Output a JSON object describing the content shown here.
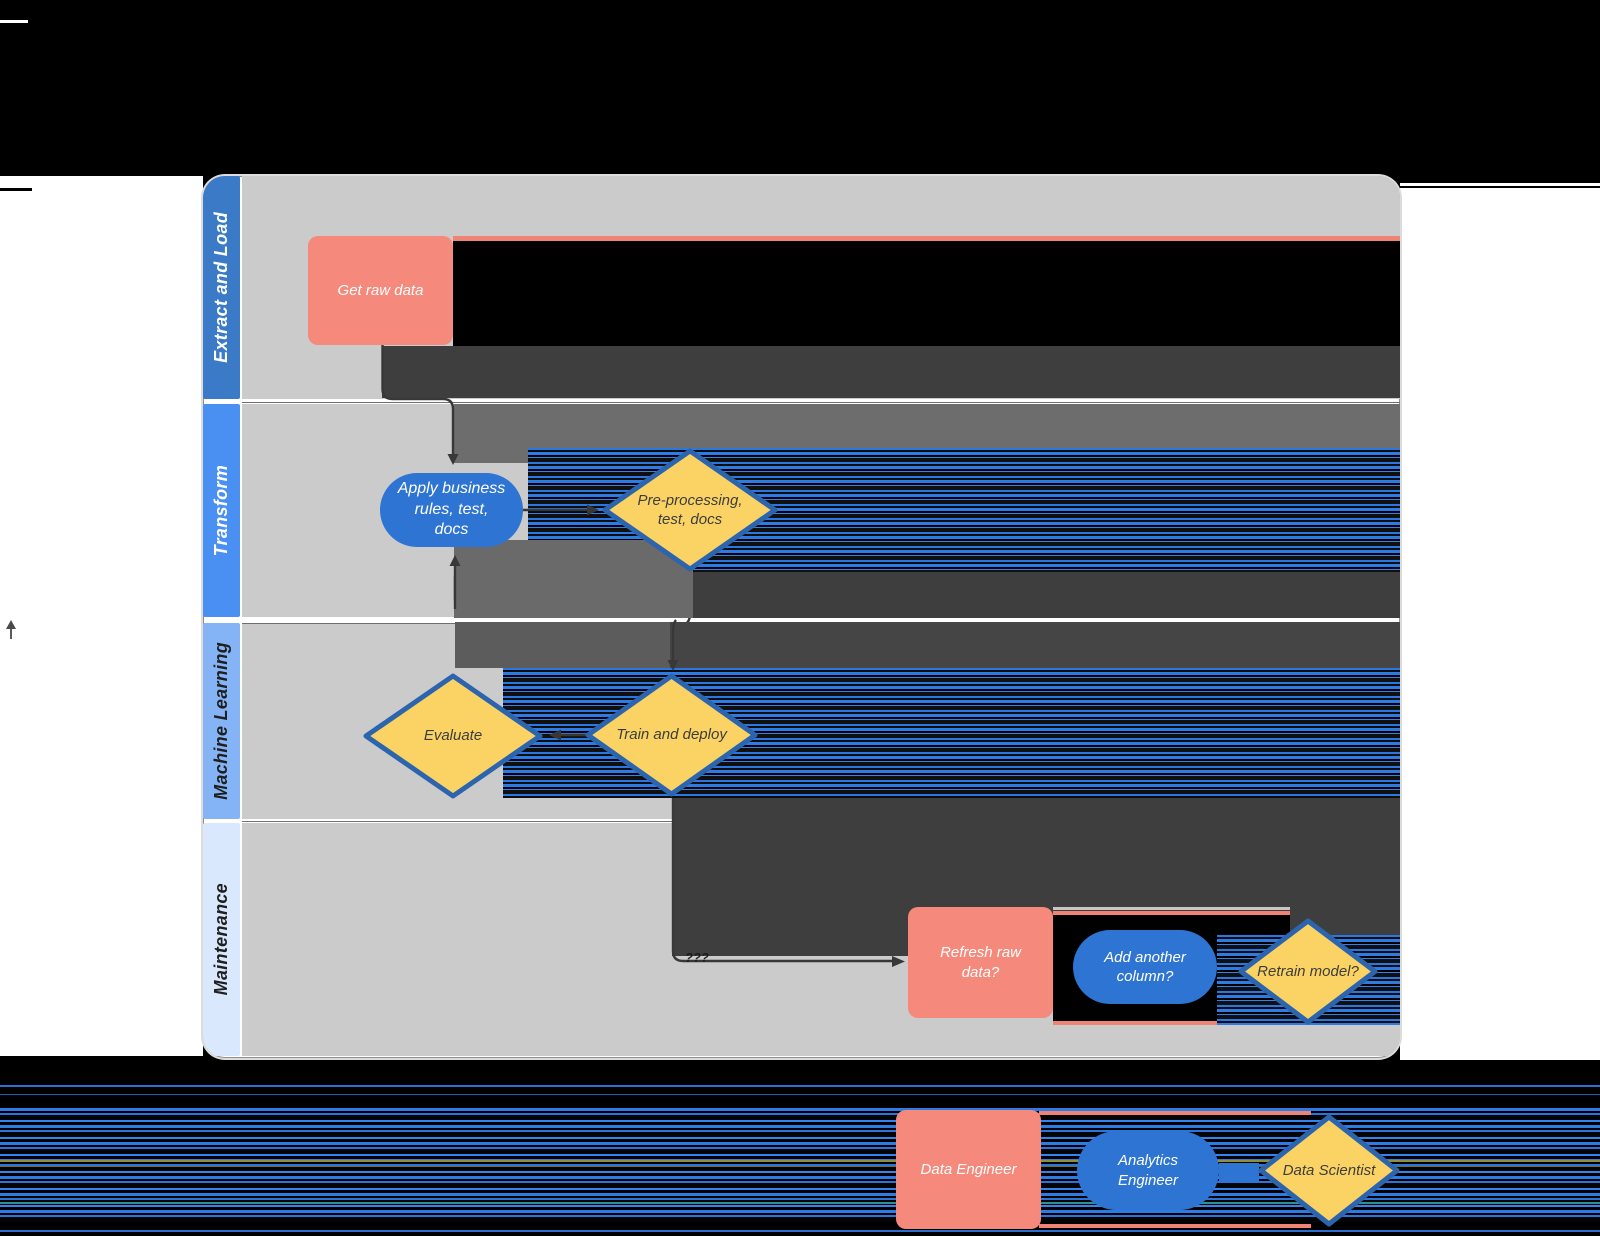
{
  "diagram": {
    "lanes": [
      {
        "label": "Extract and Load",
        "color": "#3a7ac6",
        "text_color": "#ffffff"
      },
      {
        "label": "Transform",
        "color": "#4a8ff2",
        "text_color": "#ffffff"
      },
      {
        "label": "Machine Learning",
        "color": "#85b4f6",
        "text_color": "#1f1f1f"
      },
      {
        "label": "Maintenance",
        "color": "#d9e8fc",
        "text_color": "#1f1f1f"
      }
    ],
    "nodes": {
      "get_raw_data": {
        "label": "Get raw data",
        "shape": "rectangle",
        "lane": "Extract and Load"
      },
      "apply_rules": {
        "label": "Apply business\nrules, test,\ndocs",
        "shape": "stadium",
        "lane": "Transform"
      },
      "preprocessing": {
        "label": "Pre-processing,\ntest, docs",
        "shape": "diamond",
        "lane": "Transform"
      },
      "evaluate": {
        "label": "Evaluate",
        "shape": "diamond",
        "lane": "Machine Learning"
      },
      "train_deploy": {
        "label": "Train and deploy",
        "shape": "diamond",
        "lane": "Machine Learning"
      },
      "refresh_raw": {
        "label": "Refresh raw\ndata?",
        "shape": "rectangle",
        "lane": "Maintenance"
      },
      "add_column": {
        "label": "Add another\ncolumn?",
        "shape": "stadium",
        "lane": "Maintenance"
      },
      "retrain": {
        "label": "Retrain model?",
        "shape": "diamond",
        "lane": "Maintenance"
      }
    },
    "edges": {
      "train_to_refresh_label": "???"
    }
  },
  "legend": {
    "items": [
      {
        "label": "Data Engineer",
        "shape": "rectangle",
        "color": "#f4897c"
      },
      {
        "label": "Analytics\nEngineer",
        "shape": "stadium",
        "color": "#2e74d2"
      },
      {
        "label": "Data Scientist",
        "shape": "diamond",
        "color": "#fbd364"
      }
    ]
  },
  "colors": {
    "canvas": "#000000",
    "lane_body": "#cbcbcb",
    "salmon": "#f4897c",
    "process_blue": "#2e74d2",
    "decision_yellow": "#fbd364",
    "decision_border": "#2c65ad",
    "glitch_dark": "#3e3e3e",
    "glitch_mid": "#6d6d6d",
    "glitch_stripe_blue": "#2d7ce6",
    "arrow": "#383838"
  }
}
